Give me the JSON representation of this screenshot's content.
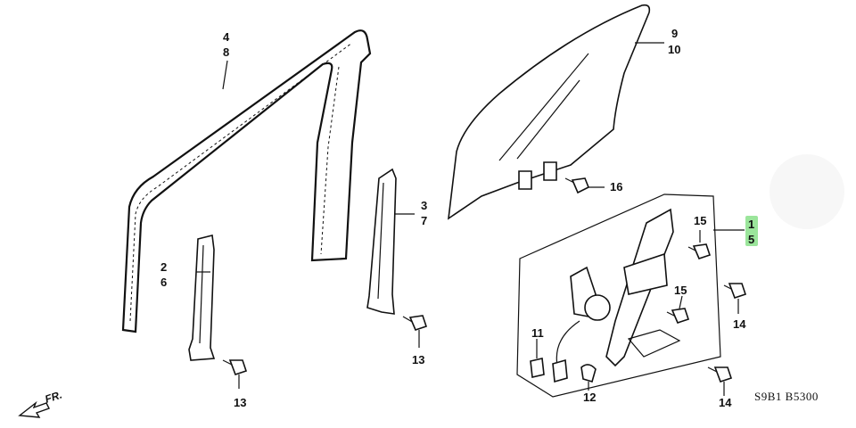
{
  "callouts": {
    "c4": "4",
    "c8": "8",
    "c9": "9",
    "c10": "10",
    "c16": "16",
    "c3": "3",
    "c7": "7",
    "c2": "2",
    "c6": "6",
    "c13a": "13",
    "c13b": "13",
    "c15a": "15",
    "c15b": "15",
    "c1": "1",
    "c5": "5",
    "c14a": "14",
    "c14b": "14",
    "c11": "11",
    "c12": "12"
  },
  "highlight_color": "#9be59b",
  "front_arrow_label": "FR.",
  "diagram_code": "S9B1  B5300"
}
